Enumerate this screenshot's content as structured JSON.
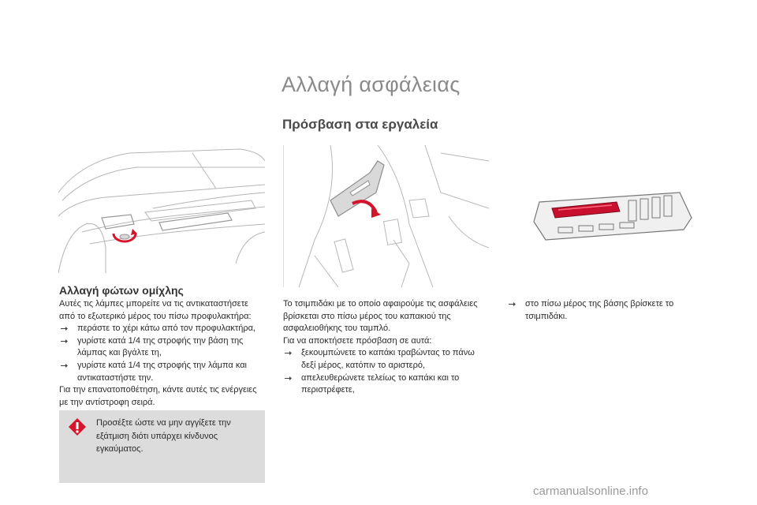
{
  "page": {
    "title": "Αλλαγή ασφάλειας",
    "subtitle": "Πρόσβαση στα εργαλεία"
  },
  "section_fog": {
    "heading": "Αλλαγή φώτων ομίχλης",
    "intro": "Αυτές τις λάμπες μπορείτε να τις αντικαταστήσετε από το εξωτερικό μέρος του πίσω προφυλακτήρα:",
    "steps": [
      "περάστε το χέρι κάτω από τον προφυλακτήρα,",
      "γυρίστε κατά 1/4 της στροφής την βάση της λάμπας και βγάλτε τη,",
      "γυρίστε κατά 1/4 της στροφής την λάμπα και αντικαταστήστε την."
    ],
    "outro": "Για την επανατοποθέτηση, κάντε αυτές τις ενέργειες με την αντίστροφη σειρά.",
    "warning": "Προσέξτε ώστε να μην αγγίξετε την εξάτμιση διότι υπάρχει κίνδυνος εγκαύματος."
  },
  "section_tools": {
    "intro": "Το τσιμπιδάκι με το οποίο αφαιρούμε τις ασφάλειες βρίσκεται στο πίσω μέρος του καπακιού της ασφαλειοθήκης του ταμπλό.",
    "access_intro": "Για να αποκτήσετε πρόσβαση σε αυτά:",
    "steps": [
      "ξεκουμπώνετε το καπάκι τραβώντας το πάνω δεξί μέρος, κατόπιν το αριστερό,",
      "απελευθερώνετε τελείως το καπάκι και το περιστρέφετε,",
      "στο πίσω μέρος της βάσης βρίσκετε το τσιμπιδάκι."
    ]
  },
  "watermark": "carmanualsonline.info",
  "colors": {
    "title_grey": "#8a8a8a",
    "warning_bg": "#dcdcdc",
    "warning_red": "#d4152b",
    "arrow_red": "#d4152b",
    "tool_red": "#c8102e"
  }
}
